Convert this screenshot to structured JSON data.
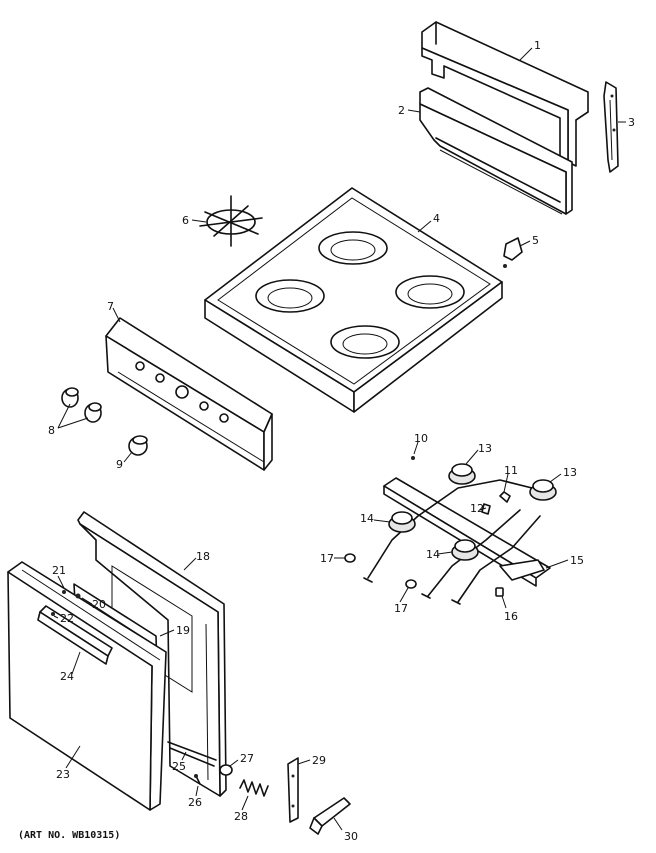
{
  "callouts": [
    "1",
    "2",
    "3",
    "4",
    "5",
    "6",
    "7",
    "8",
    "9",
    "10",
    "11",
    "12",
    "13",
    "13",
    "14",
    "14",
    "15",
    "16",
    "17",
    "17",
    "18",
    "19",
    "20",
    "21",
    "22",
    "23",
    "24",
    "25",
    "26",
    "27",
    "28",
    "29",
    "30"
  ],
  "art_number": "(ART NO. WB10315)"
}
